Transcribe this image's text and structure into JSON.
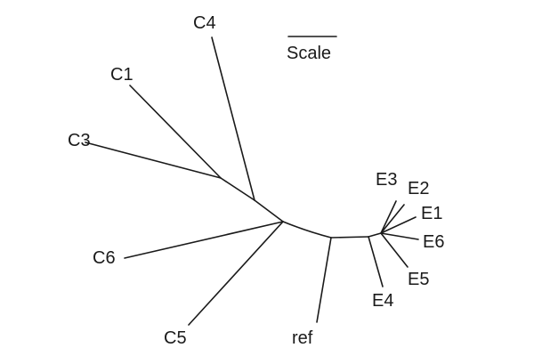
{
  "tree": {
    "scale_label": "Scale",
    "leaves": {
      "C1": "C1",
      "C3": "C3",
      "C4": "C4",
      "C5": "C5",
      "C6": "C6",
      "E1": "E1",
      "E2": "E2",
      "E3": "E3",
      "E4": "E4",
      "E5": "E5",
      "E6": "E6",
      "ref": "ref"
    }
  }
}
